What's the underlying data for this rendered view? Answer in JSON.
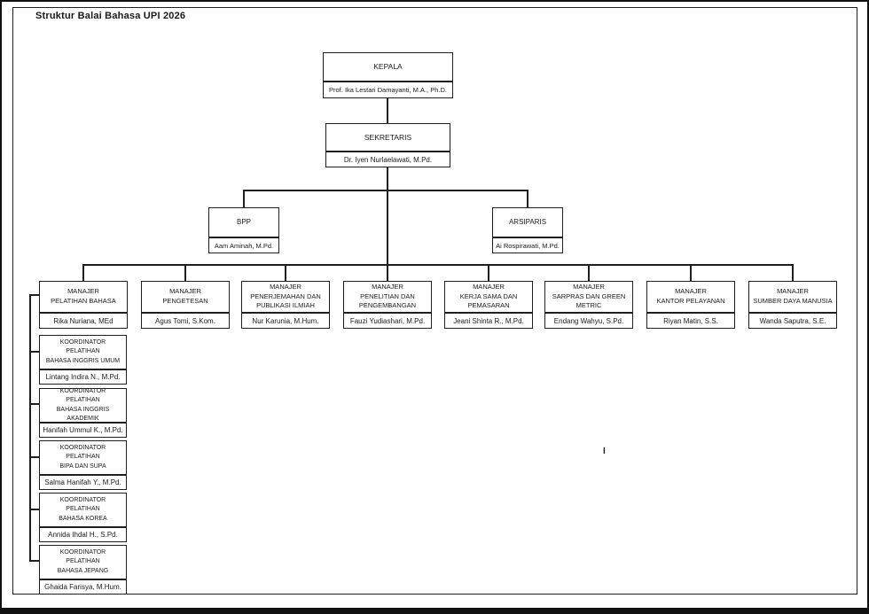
{
  "page": {
    "title": "Struktur Balai Bahasa UPI 2026",
    "stray_mark": "I"
  },
  "org": {
    "kepala": {
      "title": "KEPALA",
      "name": "Prof. Ika Lestari Damayanti, M.A., Ph.D."
    },
    "sekretaris": {
      "title": "SEKRETARIS",
      "name": "Dr. Iyen Nurlaelawati, M.Pd."
    },
    "staff": [
      {
        "title": "BPP",
        "name": "Aam Aminah, M.Pd."
      },
      {
        "title": "ARSIPARIS",
        "name": "Ai Rospirawati, M.Pd."
      }
    ],
    "managers": [
      {
        "title": "MANAJER\nPELATIHAN BAHASA",
        "name": "Rika Nuriana, MEd"
      },
      {
        "title": "MANAJER\nPENGETESAN",
        "name": "Agus Tomi, S.Kom."
      },
      {
        "title": "MANAJER\nPENERJEMAHAN DAN\nPUBLIKASI ILMIAH",
        "name": "Nur Karunia, M.Hum."
      },
      {
        "title": "MANAJER\nPENELITIAN DAN\nPENGEMBANGAN",
        "name": "Fauzi Yudiashari, M.Pd."
      },
      {
        "title": "MANAJER\nKERJA SAMA DAN\nPEMASARAN",
        "name": "Jeani Shinta R., M.Pd."
      },
      {
        "title": "MANAJER\nSARPRAS DAN GREEN\nMETRIC",
        "name": "Endang Wahyu, S.Pd."
      },
      {
        "title": "MANAJER\nKANTOR PELAYANAN",
        "name": "Riyan Matin, S.S."
      },
      {
        "title": "MANAJER\nSUMBER DAYA MANUSIA",
        "name": "Wanda Saputra, S.E."
      }
    ],
    "koordinators": [
      {
        "title": "KOORDINATOR\nPELATIHAN\nBAHASA INGGRIS UMUM",
        "name": "Lintang Indira N., M.Pd."
      },
      {
        "title": "KOORDINATOR\nPELATIHAN\nBAHASA INGGRIS AKADEMIK",
        "name": "Hanifah Ummul K., M.Pd."
      },
      {
        "title": "KOORDINATOR\nPELATIHAN\nBIPA DAN SUPA",
        "name": "Salma Hanifah Y., M.Pd."
      },
      {
        "title": "KOORDINATOR\nPELATIHAN\nBAHASA KOREA",
        "name": "Annida Ihdal H., S.Pd."
      },
      {
        "title": "KOORDINATOR\nPELATIHAN\nBAHASA JEPANG",
        "name": "Ghaida Farisya, M.Hum."
      }
    ]
  }
}
